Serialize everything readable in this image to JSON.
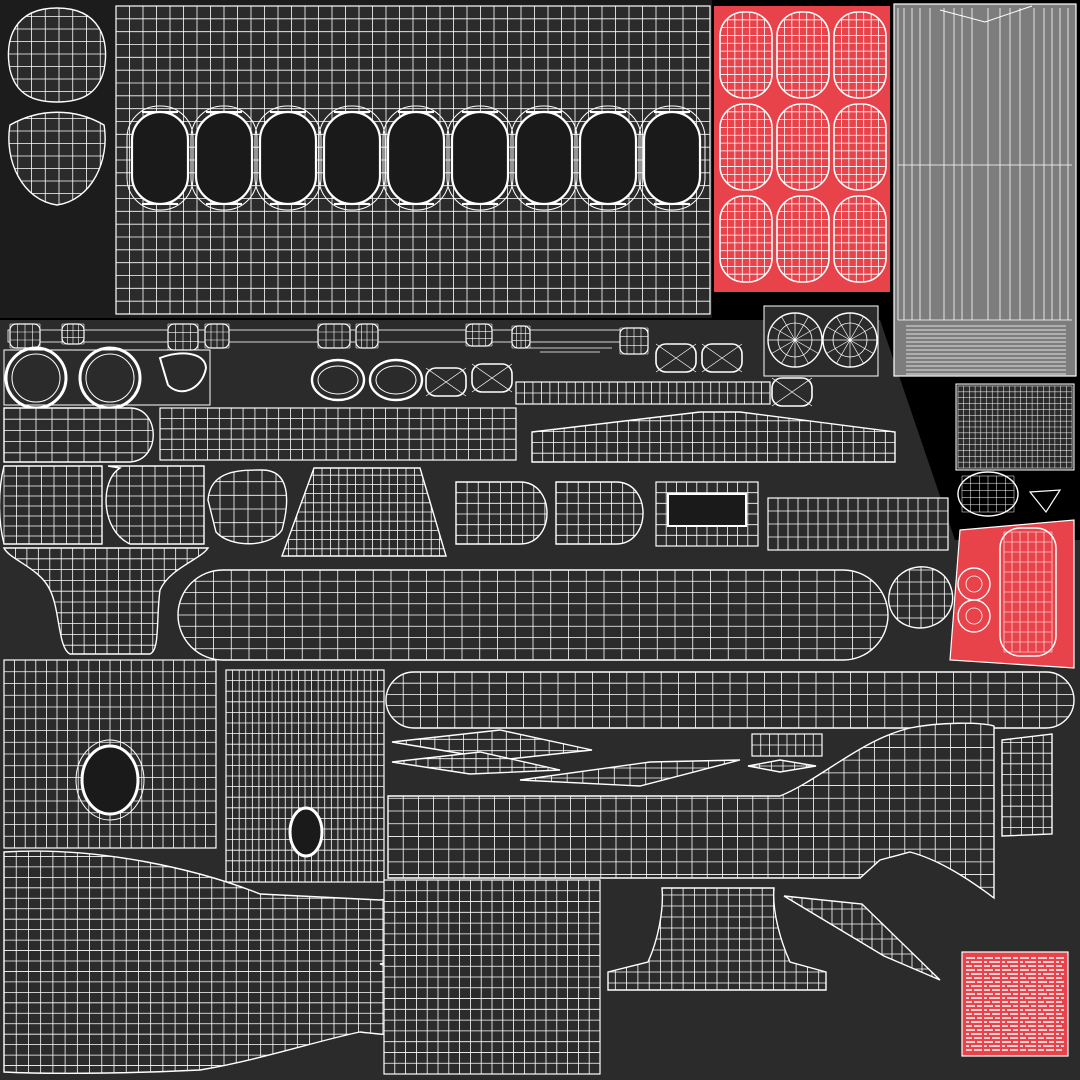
{
  "uv_layout": {
    "colors": {
      "background": "#000000",
      "island_fill": "#2b2b2b",
      "island_fill_dark": "#1c1c1c",
      "highlight_fill": "#e8434b",
      "gray_panel_fill": "#7d7d7d",
      "wire": "#ffffff",
      "window_hole": "#1a1a1a"
    },
    "islands": [
      {
        "name": "top-left-nose-cap-upper",
        "kind": "oval-cap",
        "fill": "dark",
        "density": 7
      },
      {
        "name": "top-left-nose-cap-lower",
        "kind": "oval-cap",
        "fill": "dark",
        "density": 7
      },
      {
        "name": "fuselage-window-panel",
        "kind": "window-panel",
        "fill": "dark",
        "window_count": 9
      },
      {
        "name": "window-glass-grid",
        "kind": "window-grid",
        "fill": "highlight",
        "rows": 3,
        "cols": 3
      },
      {
        "name": "gray-side-panel",
        "kind": "stripe-panel",
        "fill": "gray"
      },
      {
        "name": "strut-row",
        "kind": "strut",
        "fill": "dark"
      },
      {
        "name": "wheel-disc-pair",
        "kind": "disc",
        "fill": "dark",
        "count": 2
      },
      {
        "name": "ring-row",
        "kind": "ring",
        "fill": "dark",
        "count": 4
      },
      {
        "name": "wing-tip-left",
        "kind": "rounded-panel",
        "fill": "dark",
        "density": 8
      },
      {
        "name": "wing-spar-long",
        "kind": "strip",
        "fill": "dark"
      },
      {
        "name": "main-fuselage-capsule",
        "kind": "capsule",
        "fill": "dark",
        "density": 40
      },
      {
        "name": "rear-fuselage-capsule",
        "kind": "capsule",
        "fill": "dark",
        "density": 40
      },
      {
        "name": "left-panel-with-hole",
        "kind": "hole-panel",
        "fill": "dark"
      },
      {
        "name": "center-panel-with-hole",
        "kind": "hole-panel",
        "fill": "dark"
      },
      {
        "name": "tail-section",
        "kind": "tail",
        "fill": "dark"
      },
      {
        "name": "lower-fin-blade",
        "kind": "blade",
        "fill": "dark"
      },
      {
        "name": "cockpit-glass-island",
        "kind": "cockpit",
        "fill": "highlight"
      },
      {
        "name": "small-detail-atlas",
        "kind": "atlas",
        "fill": "highlight"
      }
    ]
  }
}
